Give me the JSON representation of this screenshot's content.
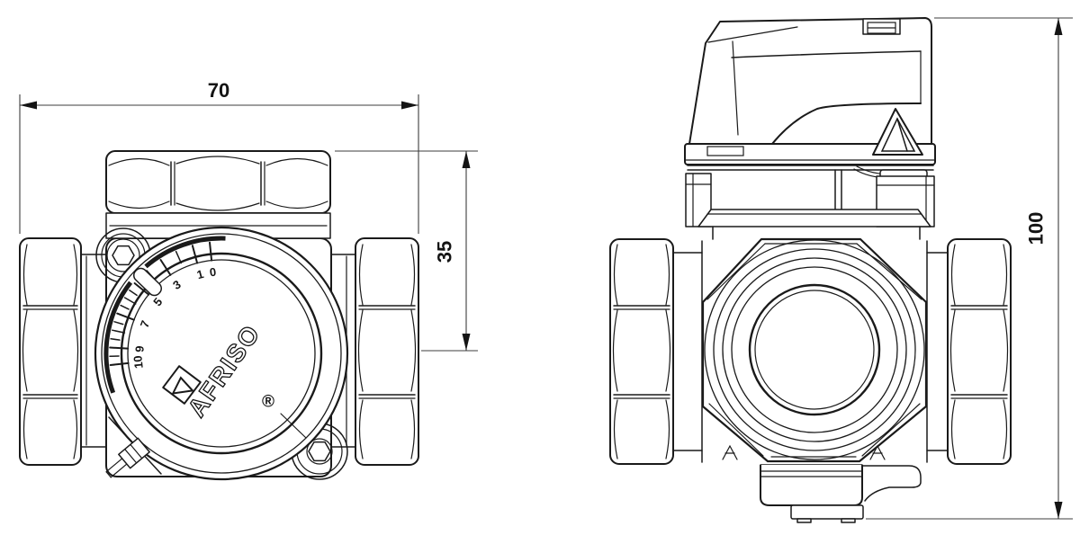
{
  "drawing": {
    "background_color": "#ffffff",
    "line_color": "#1a1a1a",
    "dimensions": {
      "width": "70",
      "top_to_axis": "35",
      "height": "100"
    },
    "dial": {
      "brand": "AFRISO",
      "registered": "®",
      "scale": [
        "0",
        "1",
        "3",
        "5",
        "7",
        "9",
        "10"
      ]
    }
  }
}
